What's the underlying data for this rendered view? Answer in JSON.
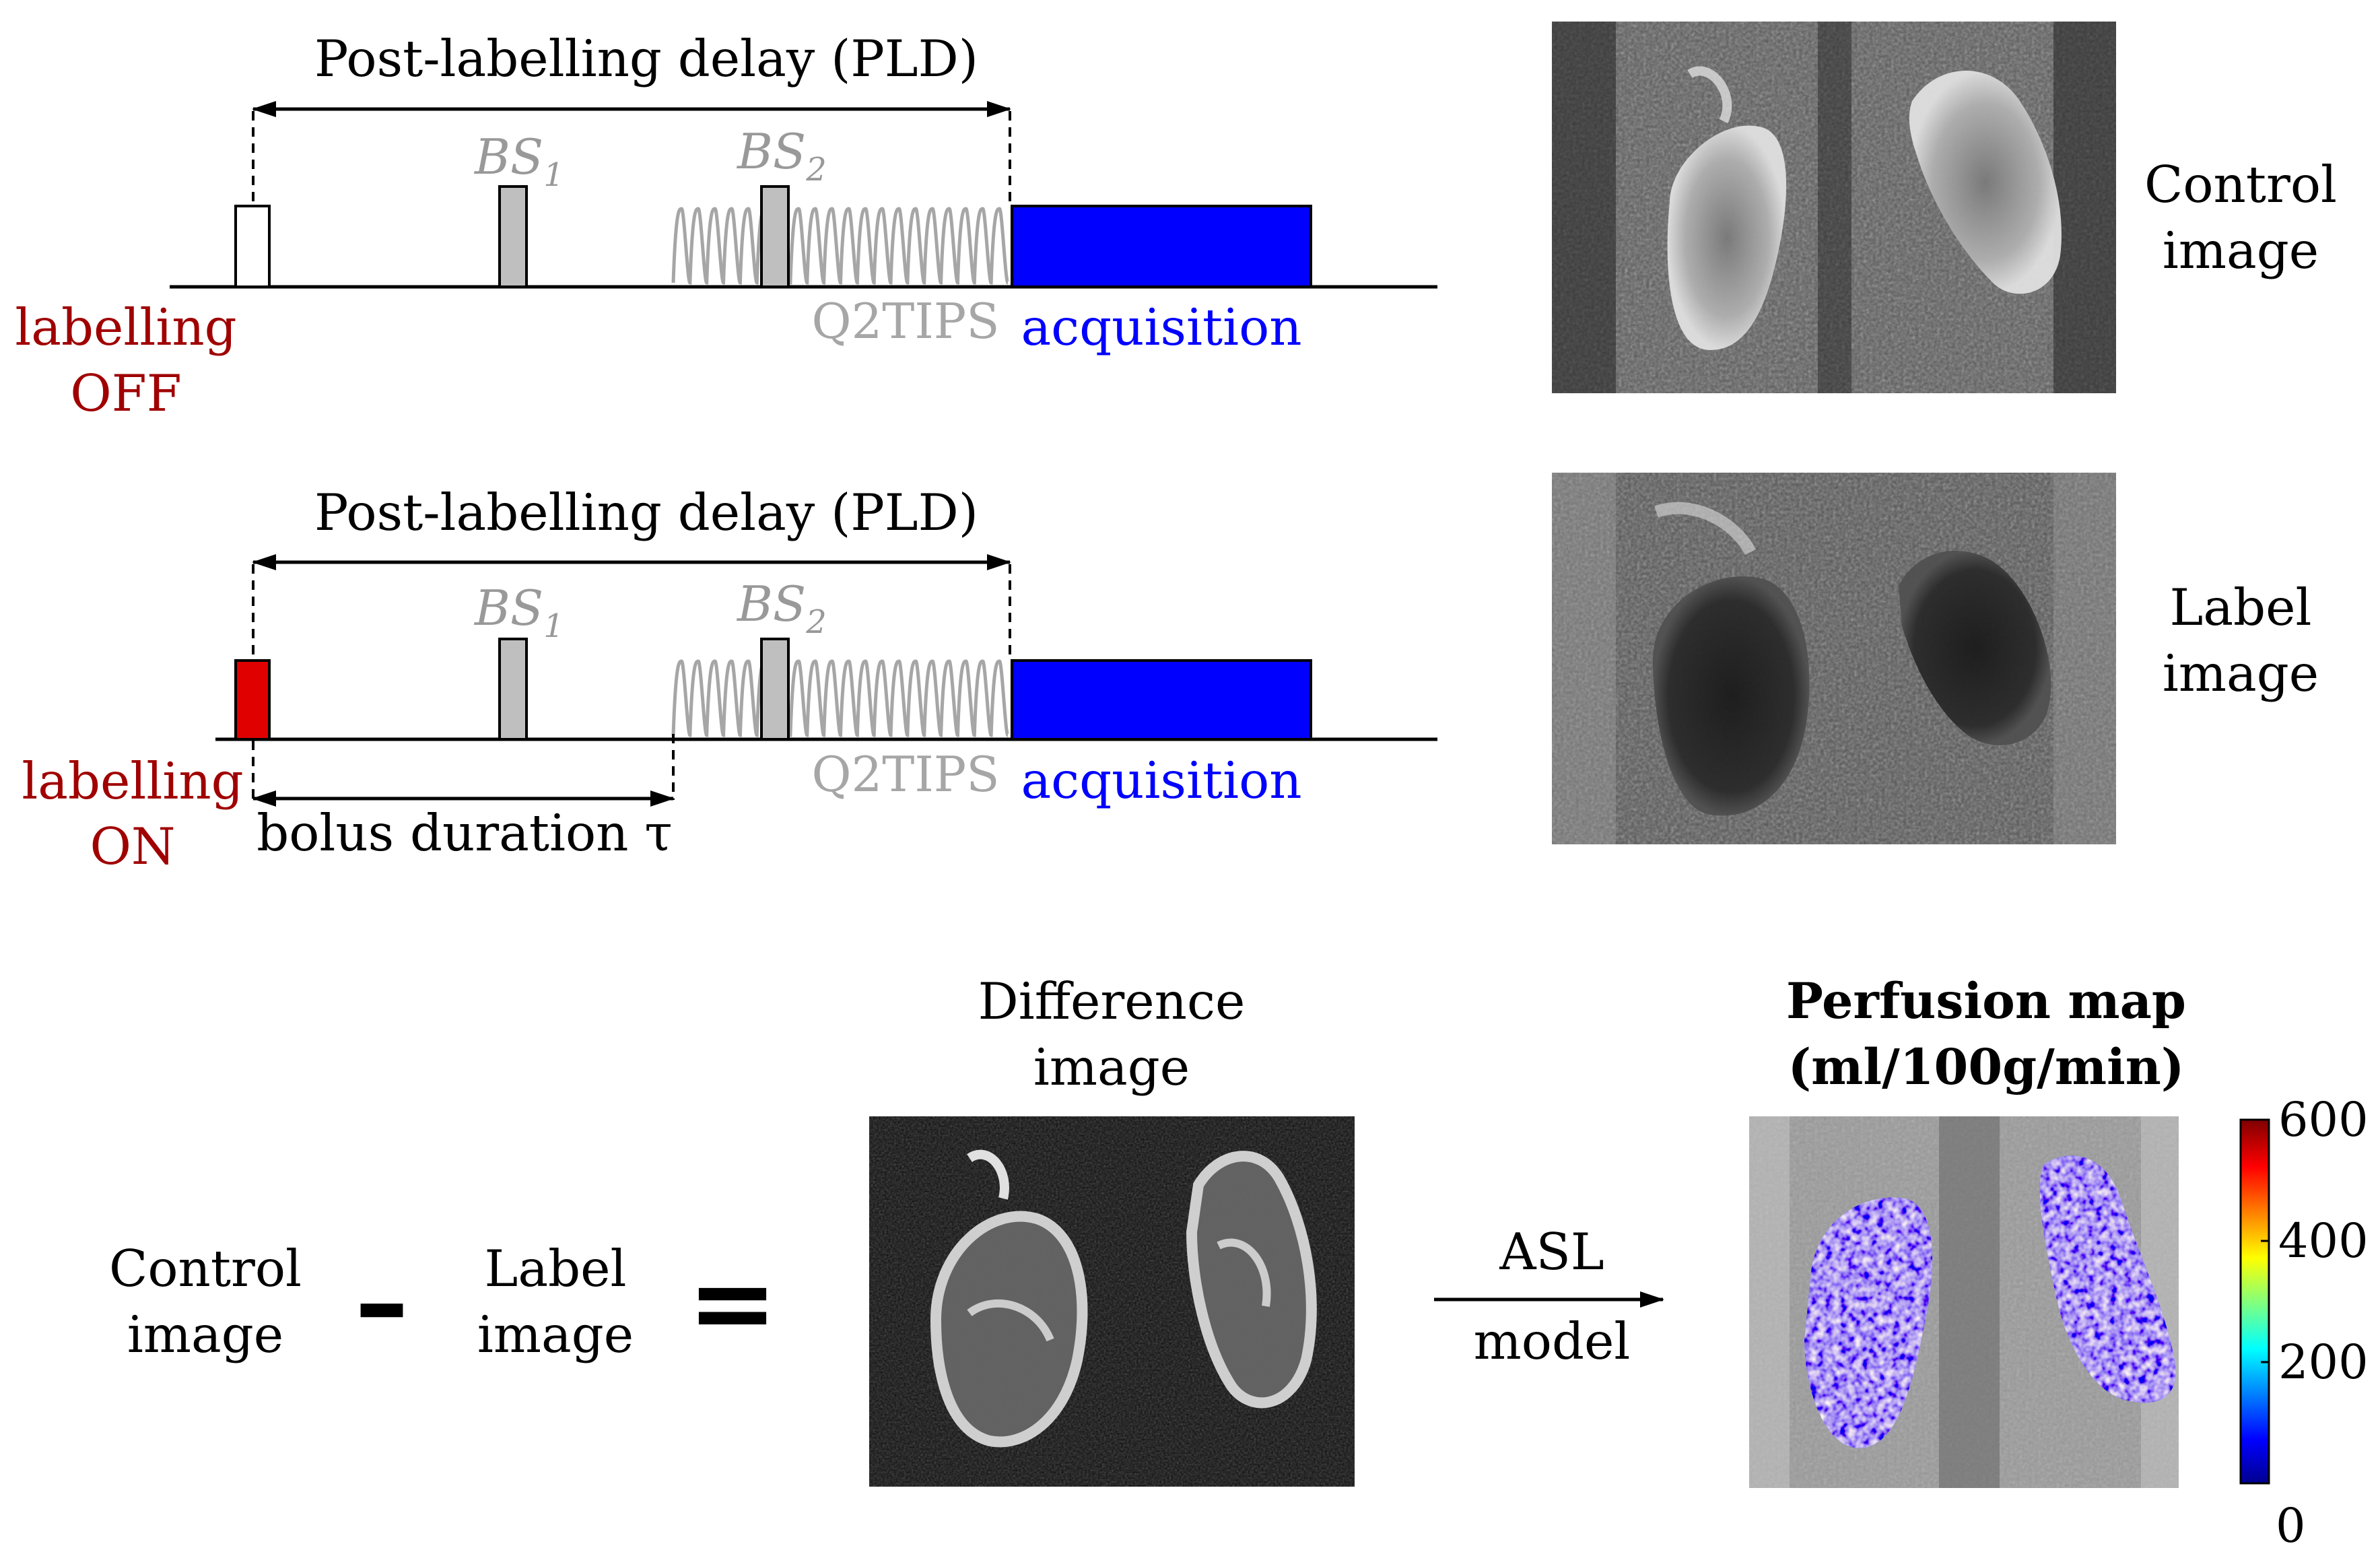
{
  "colors": {
    "axis": "#000000",
    "bs_pulse": "#bfbfbf",
    "q2tips": "#a6a6a6",
    "acquisition": "#0000ff",
    "labelling_text": "#a00000",
    "label_on_pulse": "#e00000",
    "control_pulse": "#ffffff"
  },
  "sequence_control": {
    "pld_label": "Post-labelling delay (PLD)",
    "bs1_base": "BS",
    "bs1_sub": "1",
    "bs2_base": "BS",
    "bs2_sub": "2",
    "q2tips_label": "Q2TIPS",
    "acquisition_label": "acquisition",
    "labelling_line1": "labelling",
    "labelling_line2": "OFF"
  },
  "sequence_label": {
    "pld_label": "Post-labelling delay (PLD)",
    "bs1_base": "BS",
    "bs1_sub": "1",
    "bs2_base": "BS",
    "bs2_sub": "2",
    "q2tips_label": "Q2TIPS",
    "acquisition_label": "acquisition",
    "labelling_line1": "labelling",
    "labelling_line2": "ON",
    "bolus_label": "bolus duration τ"
  },
  "images": {
    "control_line1": "Control",
    "control_line2": "image",
    "label_line1": "Label",
    "label_line2": "image"
  },
  "equation": {
    "control_line1": "Control",
    "control_line2": "image",
    "minus": "–",
    "label_line1": "Label",
    "label_line2": "image",
    "equals": "=",
    "difference_line1": "Difference",
    "difference_line2": "image",
    "arrow_top": "ASL",
    "arrow_bottom": "model"
  },
  "perfusion": {
    "title_line1": "Perfusion map",
    "title_line2": "(ml/100g/min)",
    "colorbar_ticks": [
      "600",
      "400",
      "200",
      "0"
    ]
  }
}
